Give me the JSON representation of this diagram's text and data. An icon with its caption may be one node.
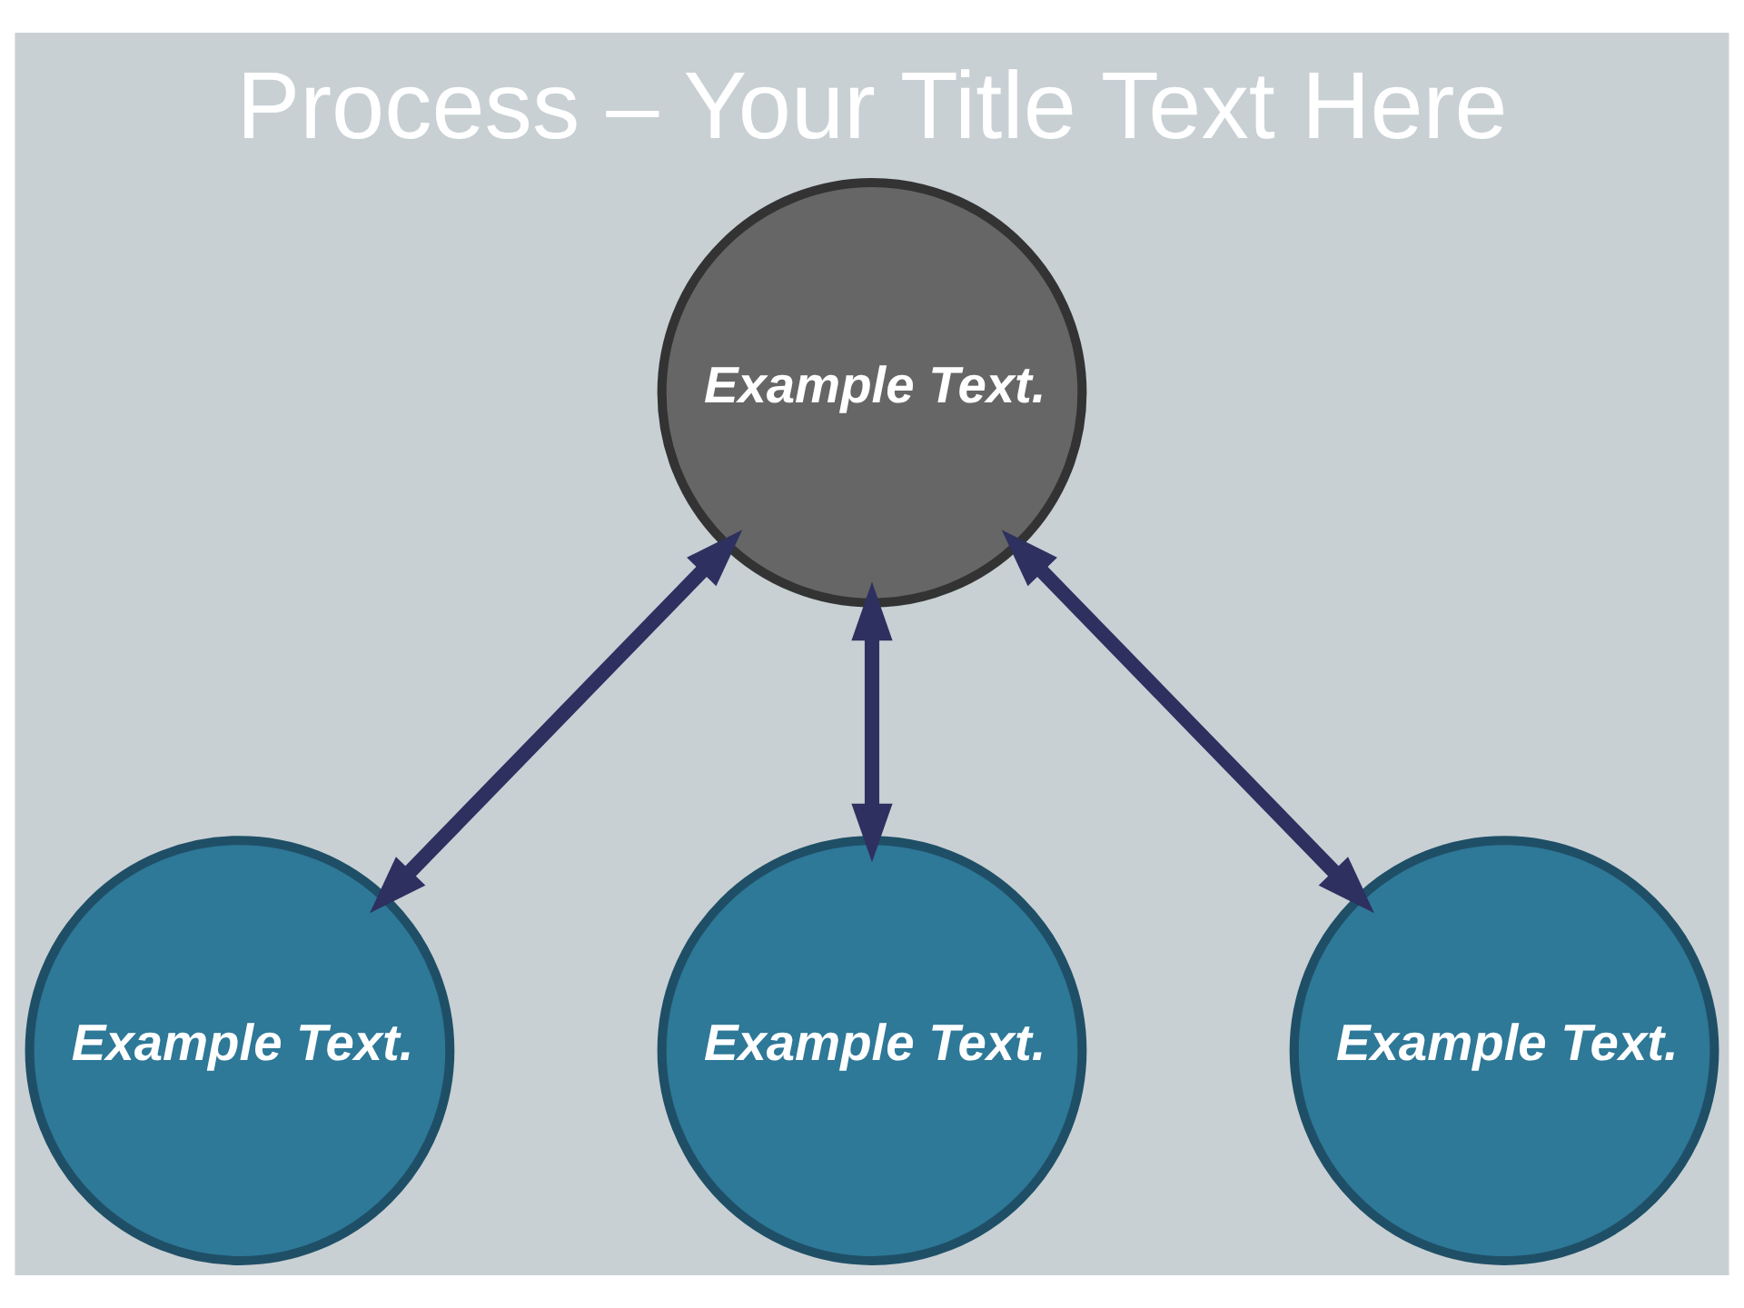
{
  "diagram": {
    "title": "Process – Your Title Text Here",
    "nodes": [
      {
        "text": [
          "Example Text."
        ]
      },
      {
        "text": [
          "Example Text."
        ]
      },
      {
        "text": [
          "Example Text."
        ]
      },
      {
        "text": [
          "Example Text."
        ]
      }
    ],
    "edges": [
      {
        "from": 0,
        "to": 1,
        "arrow": "both"
      },
      {
        "from": 0,
        "to": 2,
        "arrow": "both"
      },
      {
        "from": 0,
        "to": 3,
        "arrow": "both"
      }
    ]
  }
}
